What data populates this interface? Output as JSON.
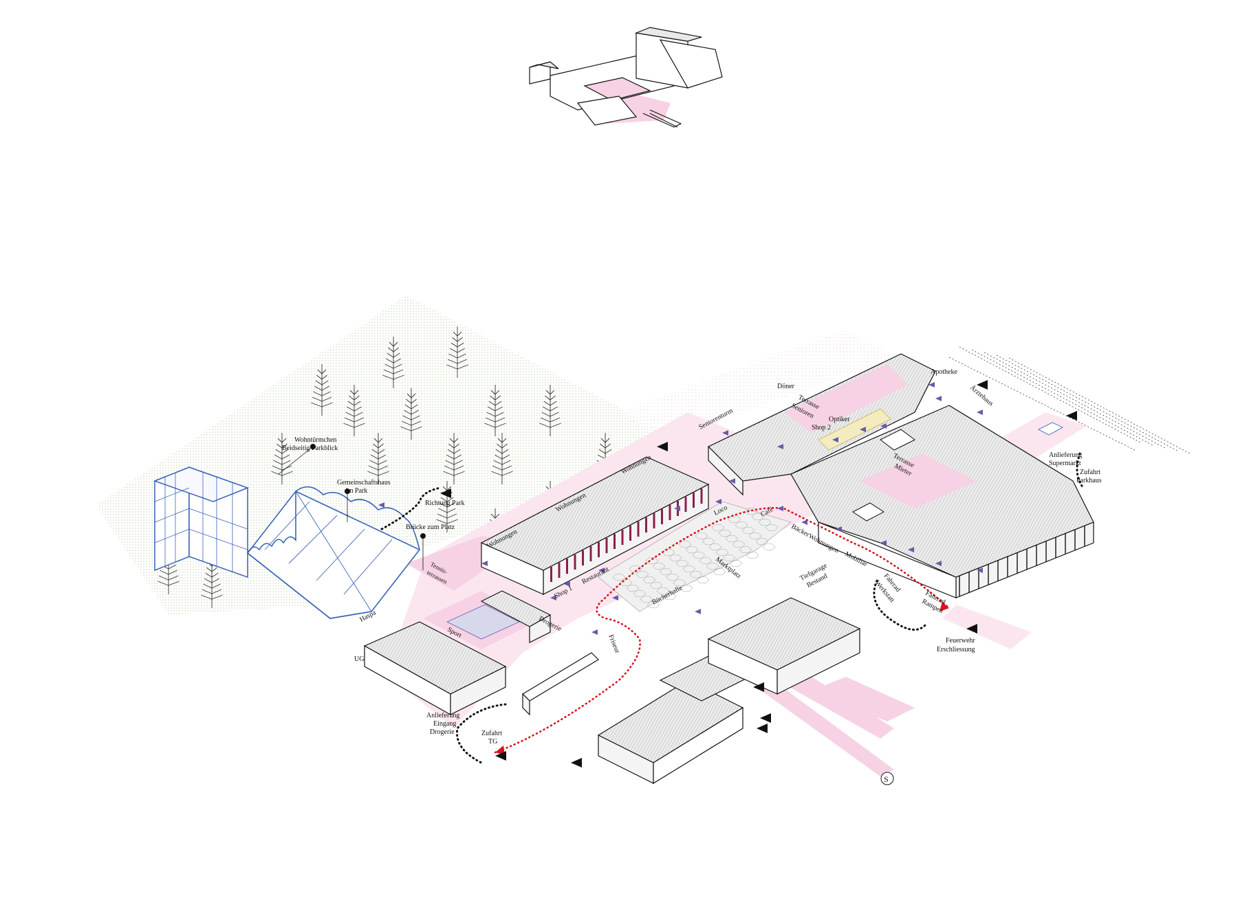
{
  "labels": {
    "wohntuermchen": "Wohntürmchen",
    "beidseitig": "Beidseitig Parkblick",
    "gemeinschaftshaus": "Gemeinschaftshaus",
    "im_park": "im Park",
    "richtung_park": "Richtung Park",
    "bruecke": "Brücke zum Platz",
    "tennisterrassen_1": "Tennis-",
    "tennisterrassen_2": "terrassen",
    "haspa": "Haspa",
    "ug": "UG",
    "sport": "Sport",
    "drogerie": "Drogerie",
    "shop1": "Shop 1",
    "restaurant": "Restaurant",
    "wohnungen_1": "Wohnungen",
    "wohnungen_2": "Wohnungen",
    "wohnungen_3": "Wohnungen",
    "seniorenturm": "Seniorenturm",
    "loco": "Loco",
    "cafe": "Café",
    "marktplatz": "Marktplatz",
    "buecherhalle": "Bücherhalle",
    "friseur": "Friseur",
    "tiefgarage_1": "Tiefgarage",
    "tiefgarage_2": "Bestand",
    "doener": "Döner",
    "terrasse_senioren_1": "Terrasse",
    "terrasse_senioren_2": "Senioren",
    "optiker": "Optiker",
    "shop2": "Shop 2",
    "apotheke": "Apotheke",
    "aerztehaus": "Ärztehaus",
    "terrasse_mieter_1": "Terrasse",
    "terrasse_mieter_2": "Mieter",
    "baecker": "Bäcker",
    "wohnungen_row": "Wohnungen",
    "mobiliar": "Mobiliar",
    "fahrrad_werkstatt_1": "Fahrrad",
    "fahrrad_werkstatt_2": "Werkstatt",
    "fahrrad_rampen_1": "Fahrrad",
    "fahrrad_rampen_2": "Rampen",
    "anlieferung_super_1": "Anlieferung",
    "anlieferung_super_2": "Supermarkt",
    "zufahrt_parkhaus_1": "Zufahrt",
    "zufahrt_parkhaus_2": "Parkhaus",
    "feuerwehr_1": "Feuerwehr",
    "feuerwehr_2": "Erschliessung",
    "anlieferung_drog_1": "Anlieferung",
    "anlieferung_drog_2": "Eingang",
    "anlieferung_drog_3": "Drogerie",
    "zufahrt_tg_1": "Zufahrt",
    "zufahrt_tg_2": "TG",
    "north_symbol": "S"
  },
  "colors": {
    "pink": "#f6d2e4",
    "route_red": "#d8141e",
    "accent_blue": "#3a63b6",
    "marker_purple": "#6a5aa8"
  }
}
